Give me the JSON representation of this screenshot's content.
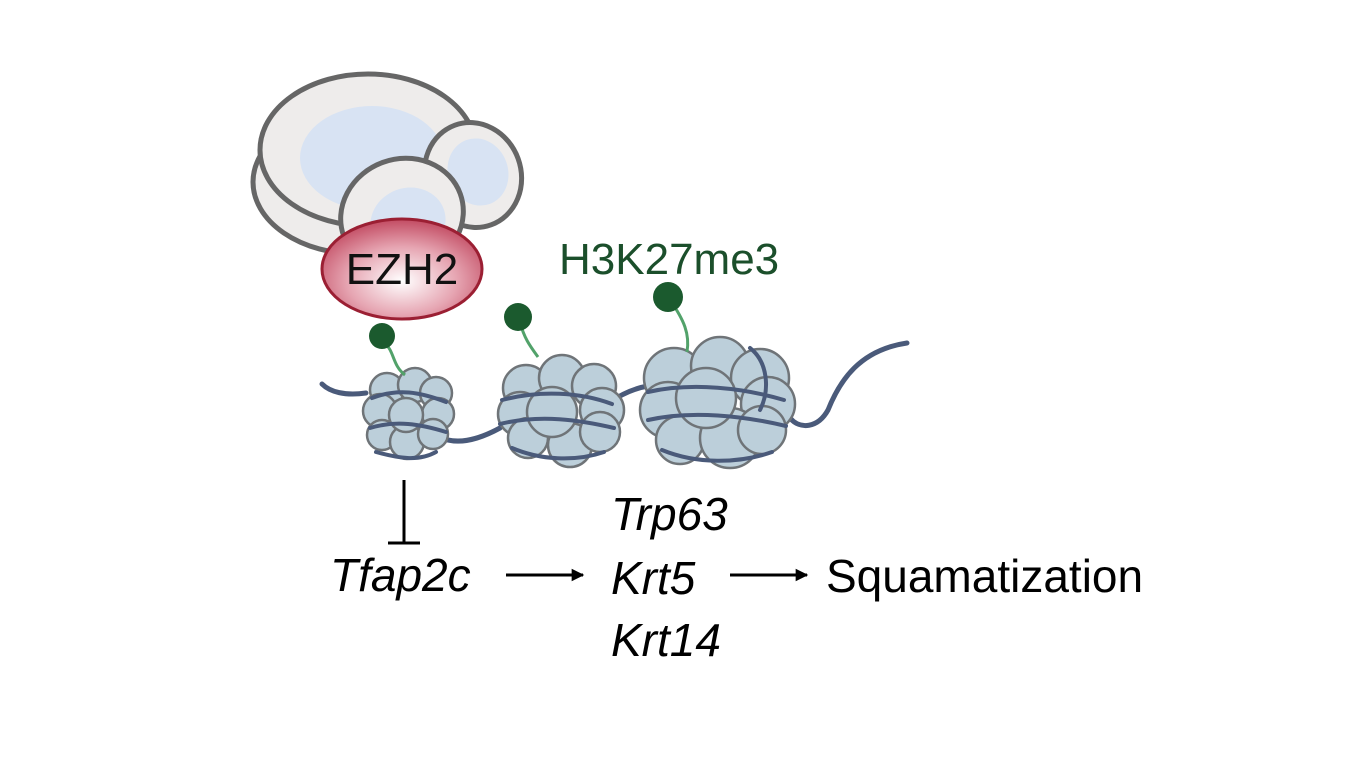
{
  "enzyme": {
    "label": "EZH2"
  },
  "histone_mark": {
    "label": "H3K27me3"
  },
  "genes": {
    "repressed": "Tfap2c",
    "targets": [
      "Trp63",
      "Krt5",
      "Krt14"
    ]
  },
  "outcome": {
    "label": "Squamatization"
  },
  "colors": {
    "enzyme_fill": "#c24b62",
    "enzyme_stroke": "#9b1f33",
    "complex_fill": "#eeeceb",
    "complex_inner": "#d8e3f3",
    "complex_stroke": "#666666",
    "nucleosome_fill": "#bccfda",
    "nucleosome_stroke": "#6f7478",
    "dna": "#4a5a7a",
    "mark_dot": "#1b5a2e",
    "mark_stem": "#52a26a",
    "mark_text": "#1b4f2b"
  },
  "icons": {
    "complex": "prc2-complex-icon",
    "inhibition": "inhibition-bar-icon",
    "activation": "arrow-right-icon"
  }
}
